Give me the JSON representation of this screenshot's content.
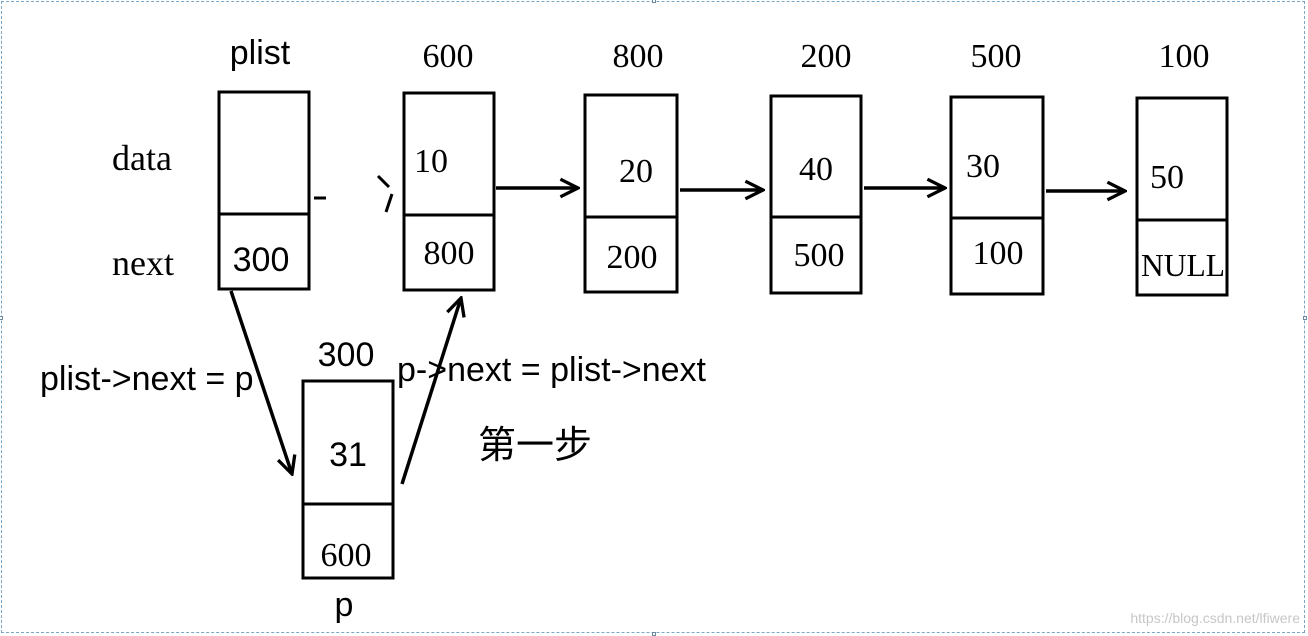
{
  "row_labels": {
    "data": "data",
    "next": "next"
  },
  "plist": {
    "name": "plist",
    "data": "",
    "next": "300"
  },
  "nodes": [
    {
      "addr": "600",
      "data": "10",
      "next": "800"
    },
    {
      "addr": "800",
      "data": "20",
      "next": "200"
    },
    {
      "addr": "200",
      "data": "40",
      "next": "500"
    },
    {
      "addr": "500",
      "data": "30",
      "next": "100"
    },
    {
      "addr": "100",
      "data": "50",
      "next": "NULL"
    }
  ],
  "new_node": {
    "addr": "300",
    "data": "31",
    "next": "600",
    "name": "p"
  },
  "annotations": {
    "assign_plist": "plist->next = p",
    "assign_p": "p->next = plist->next",
    "step": "第一步"
  },
  "watermark": "https://blog.csdn.net/lfiwere",
  "colors": {
    "ink": "#000000",
    "frame": "#7aa6c8",
    "watermark": "#c7c7c7"
  }
}
